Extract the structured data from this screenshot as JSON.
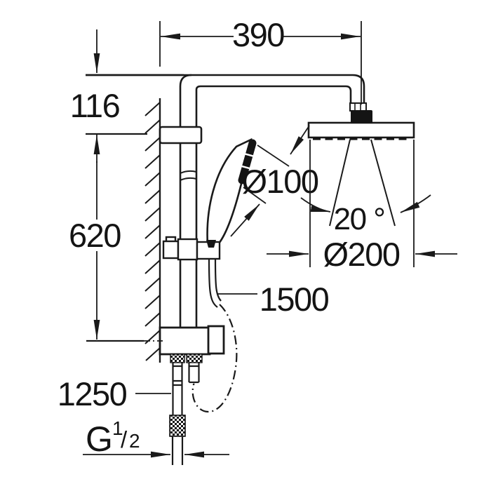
{
  "page": {
    "background": "#ffffff"
  },
  "diagram": {
    "line_color": "#1a1a1a",
    "text_color": "#141414",
    "labels": {
      "width_top": "390",
      "height_upper": "116",
      "height_rail": "620",
      "hand_shower_diameter": "Ø100",
      "spray_angle": "20 °",
      "head_shower_diameter": "Ø200",
      "hose_length": "1500",
      "height_lower": "1250",
      "thread": {
        "letter": "G",
        "numerator": "1",
        "slash": "/",
        "denominator": "2"
      }
    }
  }
}
